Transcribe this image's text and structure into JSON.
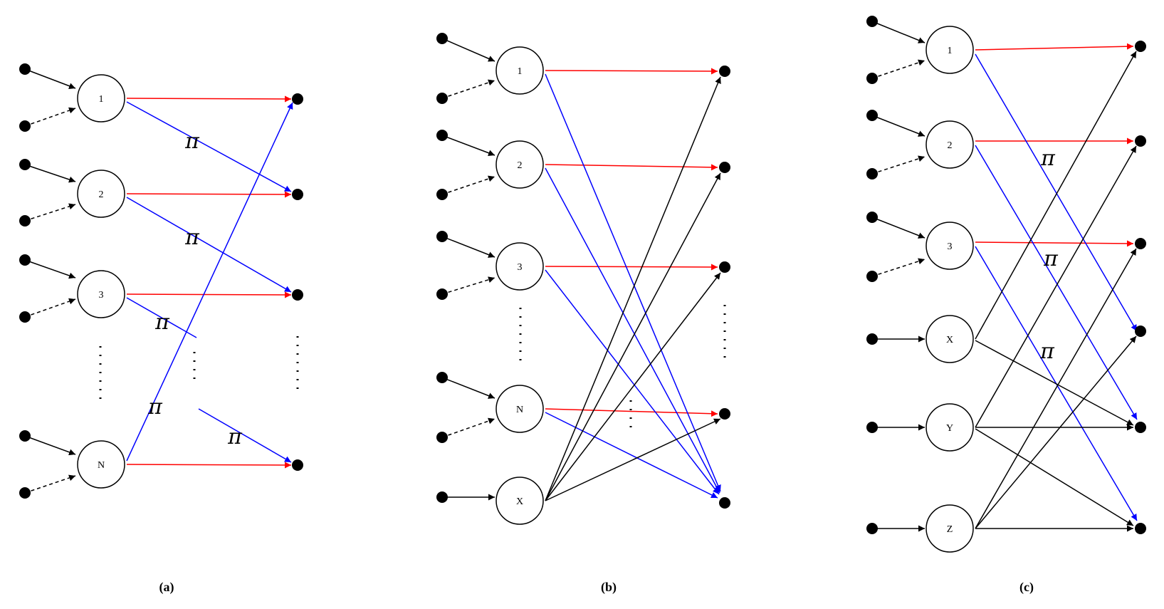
{
  "colors": {
    "black": "#000000",
    "red": "#ff0000",
    "blue": "#0000ff"
  },
  "symbols": {
    "pi": "π",
    "vdots": "⋮"
  },
  "panels": [
    {
      "caption": "(a)",
      "nodes": [
        "1",
        "2",
        "3",
        "N"
      ],
      "permutation_labels": [
        "π",
        "π",
        "π",
        "π",
        "π"
      ]
    },
    {
      "caption": "(b)",
      "nodes": [
        "1",
        "2",
        "3",
        "N",
        "X"
      ]
    },
    {
      "caption": "(c)",
      "nodes": [
        "1",
        "2",
        "3",
        "X",
        "Y",
        "Z"
      ],
      "permutation_labels": [
        "π",
        "π",
        "π"
      ]
    }
  ]
}
